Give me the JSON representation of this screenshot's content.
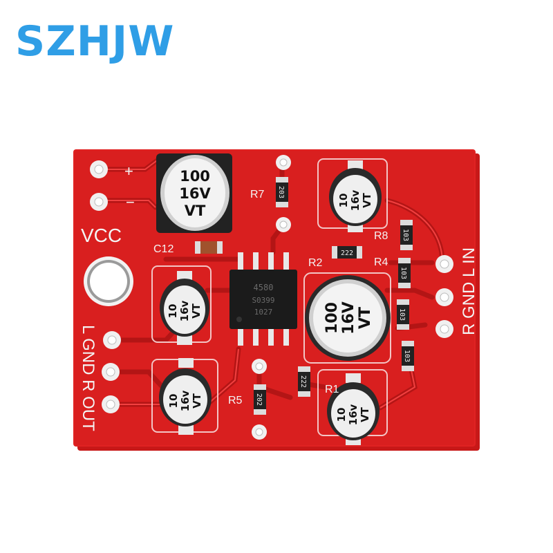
{
  "brand": {
    "text": "SZHJW",
    "color": "#2f9ee6"
  },
  "board": {
    "color": "#d81e1e",
    "silkscreen": {
      "vcc": "VCC",
      "plus_top": "+",
      "minus_top": "−",
      "c12": "C12",
      "r7": "R7",
      "r2": "R2",
      "r8": "R8",
      "r4": "R4",
      "r5": "R5",
      "r1": "R1",
      "in_labels": "R GND L  IN",
      "out_labels": "L GND R OUT"
    },
    "capacitors": [
      {
        "id": "big-top",
        "lines": [
          "100",
          "16V",
          "VT"
        ]
      },
      {
        "id": "big-right",
        "lines": [
          "100",
          "16V",
          "VT"
        ]
      },
      {
        "id": "small-left-mid",
        "lines": [
          "10",
          "16v",
          "VT"
        ]
      },
      {
        "id": "small-left-bottom",
        "lines": [
          "10",
          "16v",
          "VT"
        ]
      },
      {
        "id": "small-top-right",
        "lines": [
          "10",
          "16v",
          "VT"
        ]
      },
      {
        "id": "small-bottom-right",
        "lines": [
          "10",
          "16v",
          "VT"
        ]
      }
    ],
    "resistors": {
      "r7_code": "203",
      "r2_code": "222",
      "r8_code": "103",
      "r4_code": "103",
      "r3_code": "103",
      "r6_code": "103",
      "r5_code": "202",
      "r1_code": "222"
    },
    "chip": {
      "line1": "4580",
      "line2": "S0399",
      "line3": "1027"
    }
  },
  "icons": {
    "mounting-hole": "mounting-hole-icon",
    "pad": "solder-pad-icon"
  }
}
